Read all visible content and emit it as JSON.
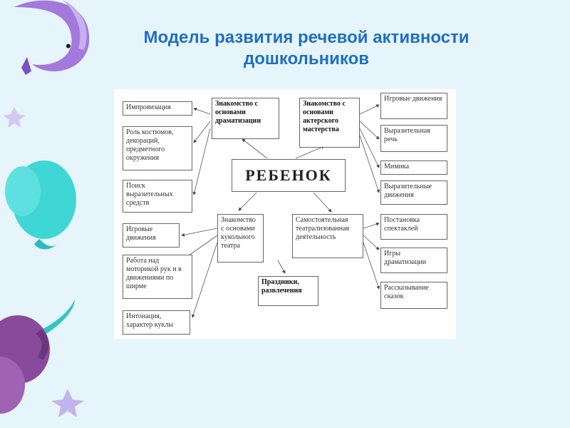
{
  "title": "Модель развития речевой активности дошкольников",
  "bullet": "•",
  "diagram": {
    "center": "РЕБЕНОК",
    "left_column": [
      "Импровизация",
      "Роль костюмов, декораций, предметного окружения",
      "Поиск выразительных средств",
      "Игровые движения",
      "Работа над моторикой рук и в движениями по ширме",
      "Интонация, характер куклы"
    ],
    "dramatization": "Знакомство с основами драматизации",
    "acting": "Знакомство с основами актерского мастерства",
    "puppet": "Знакомство с основами кукольного театра",
    "independent": "Самостоятельная театрализованная деятельность",
    "holidays": "Праздники, развлечения",
    "right_column": [
      "Игровые движения",
      "Выразительная речь",
      "Мимика",
      "Выразительные движения",
      "Постановка спектаклей",
      "Игры драматизации",
      "Рассказывание сказок"
    ]
  },
  "colors": {
    "background": "#e6f5fb",
    "title": "#1f6fbf",
    "deco_purple": "#9b6cd8",
    "deco_teal": "#3fd6d6",
    "deco_plum": "#8a4a9c"
  }
}
